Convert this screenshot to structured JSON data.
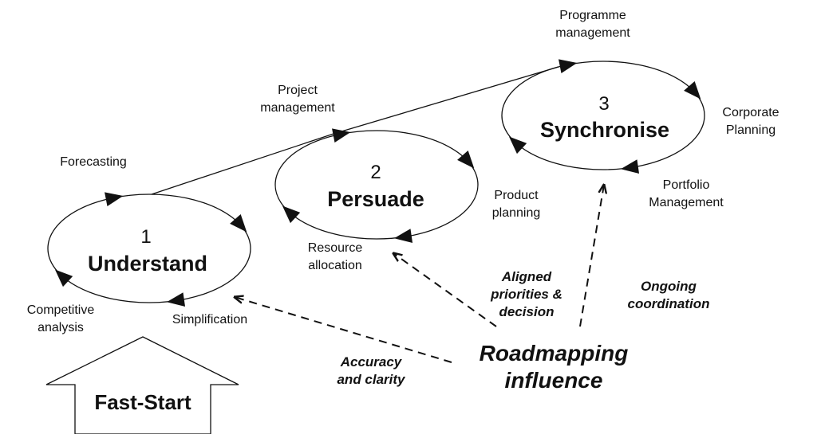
{
  "stages": [
    {
      "number": "1",
      "name": "Understand"
    },
    {
      "number": "2",
      "name": "Persuade"
    },
    {
      "number": "3",
      "name": "Synchronise"
    }
  ],
  "activity_labels": {
    "forecasting": [
      "Forecasting"
    ],
    "competitive_analysis": [
      "Competitive",
      "analysis"
    ],
    "simplification": [
      "Simplification"
    ],
    "project_management": [
      "Project",
      "management"
    ],
    "product_planning": [
      "Product",
      "planning"
    ],
    "resource_allocation": [
      "Resource",
      "allocation"
    ],
    "programme_management": [
      "Programme",
      "management"
    ],
    "corporate_planning": [
      "Corporate",
      "Planning"
    ],
    "portfolio_management": [
      "Portfolio",
      "Management"
    ]
  },
  "influence_labels": {
    "accuracy": [
      "Accuracy",
      "and clarity"
    ],
    "aligned": [
      "Aligned",
      "priorities &",
      "decision"
    ],
    "ongoing": [
      "Ongoing",
      "coordination"
    ]
  },
  "roadmapping": [
    "Roadmapping",
    "influence"
  ],
  "fast_start": "Fast-Start",
  "colors": {
    "line": "#111111",
    "background": "#ffffff"
  }
}
